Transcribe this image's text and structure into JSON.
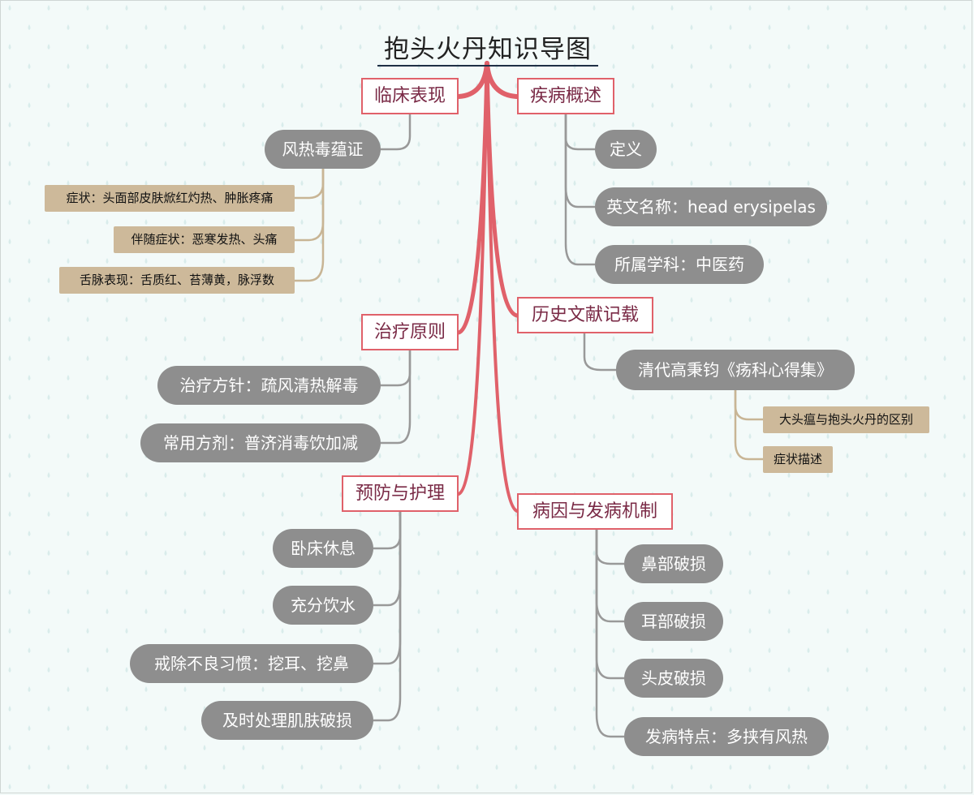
{
  "title": "抱头火丹知识导图",
  "colors": {
    "background": "#f3faf9",
    "trunk": "#e0616a",
    "branch_border": "#e0616a",
    "branch_text": "#7a2a46",
    "topic": "#8e8e8e",
    "topic_link": "#999999",
    "detail": "#cdb99a",
    "detail_link": "#c8b595"
  },
  "branches": {
    "clinical": {
      "label": "临床表现",
      "topics": [
        {
          "label": "风热毒蕴证",
          "details": [
            "症状：头面部皮肤焮红灼热、肿胀疼痛",
            "伴随症状：恶寒发热、头痛",
            "舌脉表现：舌质红、苔薄黄，脉浮数"
          ]
        }
      ]
    },
    "overview": {
      "label": "疾病概述",
      "topics": [
        {
          "label": "定义"
        },
        {
          "label": "英文名称：head erysipelas"
        },
        {
          "label": "所属学科：中医药"
        }
      ]
    },
    "treatment": {
      "label": "治疗原则",
      "topics": [
        {
          "label": "治疗方针：疏风清热解毒"
        },
        {
          "label": "常用方剂：普济消毒饮加减"
        }
      ]
    },
    "history": {
      "label": "历史文献记载",
      "topics": [
        {
          "label": "清代高秉钧《疡科心得集》",
          "details": [
            "大头瘟与抱头火丹的区别",
            "症状描述"
          ]
        }
      ]
    },
    "prevention": {
      "label": "预防与护理",
      "topics": [
        {
          "label": "卧床休息"
        },
        {
          "label": "充分饮水"
        },
        {
          "label": "戒除不良习惯：挖耳、挖鼻"
        },
        {
          "label": "及时处理肌肤破损"
        }
      ]
    },
    "cause": {
      "label": "病因与发病机制",
      "topics": [
        {
          "label": "鼻部破损"
        },
        {
          "label": "耳部破损"
        },
        {
          "label": "头皮破损"
        },
        {
          "label": "发病特点：多挟有风热"
        }
      ]
    }
  }
}
